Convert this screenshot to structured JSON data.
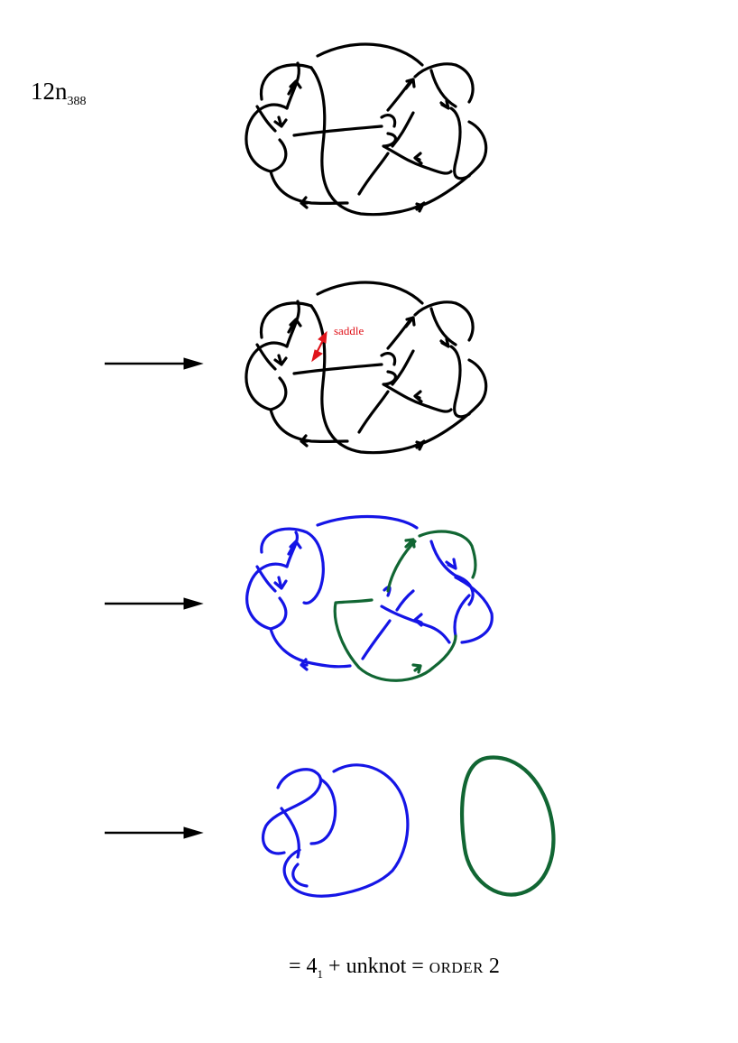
{
  "knot": {
    "name": "12n",
    "index": "388"
  },
  "saddle_label": "saddle",
  "result": {
    "eq1": "= 4",
    "sub": "1",
    "mid": " + unknot = ",
    "order_word": "order",
    "order_value": " 2"
  },
  "colors": {
    "strand": "#000000",
    "saddle": "#e0141b",
    "component_blue": "#1515e6",
    "component_green": "#116633"
  },
  "panels": [
    "original-knot",
    "saddle-marked",
    "after-saddle-two-components",
    "simplified-figure-eight-and-unknot"
  ]
}
